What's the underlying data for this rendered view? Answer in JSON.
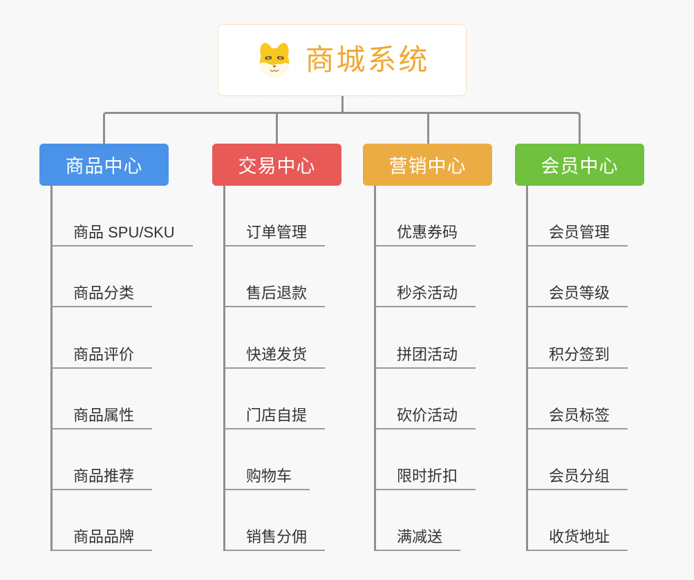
{
  "page": {
    "background": "#f8f8f8",
    "connector_color": "#8f8f8f"
  },
  "root": {
    "title": "商城系统",
    "icon": "dog-face-icon",
    "text_color": "#F0A830",
    "border_color": "#F2C77D"
  },
  "branches": [
    {
      "label": "商品中心",
      "color": "#4B93E8",
      "children": [
        "商品 SPU/SKU",
        "商品分类",
        "商品评价",
        "商品属性",
        "商品推荐",
        "商品品牌"
      ]
    },
    {
      "label": "交易中心",
      "color": "#E85A57",
      "children": [
        "订单管理",
        "售后退款",
        "快递发货",
        "门店自提",
        "购物车",
        "销售分佣"
      ]
    },
    {
      "label": "营销中心",
      "color": "#ECAC44",
      "children": [
        "优惠券码",
        "秒杀活动",
        "拼团活动",
        "砍价活动",
        "限时折扣",
        "满减送"
      ]
    },
    {
      "label": "会员中心",
      "color": "#70C13E",
      "children": [
        "会员管理",
        "会员等级",
        "积分签到",
        "会员标签",
        "会员分组",
        "收货地址"
      ]
    }
  ]
}
